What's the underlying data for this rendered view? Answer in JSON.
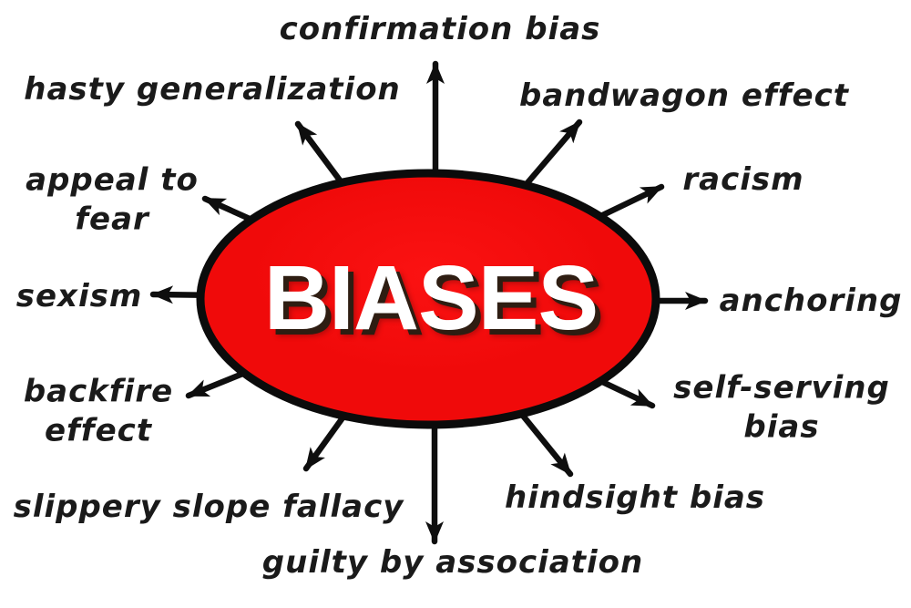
{
  "center": {
    "label": "BIASES"
  },
  "nodes": [
    {
      "label": "confirmation bias"
    },
    {
      "label": "hasty generalization"
    },
    {
      "label": "bandwagon effect"
    },
    {
      "label": "appeal to fear"
    },
    {
      "label": "racism"
    },
    {
      "label": "sexism"
    },
    {
      "label": "anchoring"
    },
    {
      "label": "backfire effect"
    },
    {
      "label": "self-serving bias"
    },
    {
      "label": "slippery slope fallacy"
    },
    {
      "label": "hindsight bias"
    },
    {
      "label": "guilty by association"
    }
  ],
  "colors": {
    "background": "#ffffff",
    "ellipse_fill": "#f00a0a",
    "ellipse_fill_light": "#fb1212",
    "ellipse_fill_dark": "#c70909",
    "ellipse_border": "#0b0b0b",
    "arrow": "#0e0e0e",
    "label_ink": "#1a1a1a",
    "center_text": "#ffffff",
    "center_text_shadow": "#2e1d12"
  }
}
